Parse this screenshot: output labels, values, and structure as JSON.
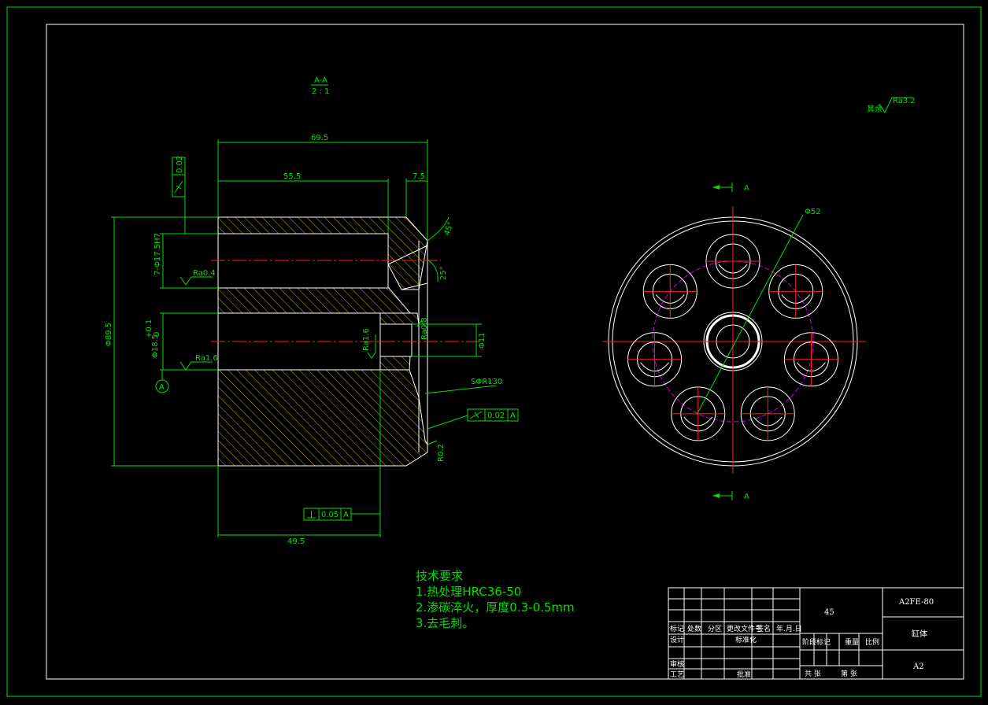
{
  "section": {
    "title": "A-A",
    "scale": "2 : 1",
    "marker": "A"
  },
  "dimensions": {
    "overall_length": "69.5",
    "bore_depth": "55.5",
    "chamfer_len": "7.5",
    "bottom_len": "49.5",
    "outer_dia": "Φ89.5",
    "hole_dia": "7-Φ17.5H7",
    "center_dia": "Φ18.5",
    "center_tol_upper": "+0.1",
    "center_tol_lower": "0",
    "small_dia": "Φ11",
    "angle_1": "45°",
    "angle_2": "25°",
    "sphere": "SΦR130",
    "radius": "R0.2",
    "pcd": "Φ52"
  },
  "roughness": {
    "r1": "Ra0.4",
    "r2": "Ra1.6",
    "r3": "Ra1.6",
    "r4": "Ra0.8",
    "other": "其余",
    "other_value": "Ra3.2"
  },
  "tolerances": {
    "runout_top": "0.02",
    "runout_face": "0.02",
    "runout_face_datum": "A",
    "perp": "0.05",
    "perp_datum": "A",
    "datum": "A"
  },
  "technical_requirements": {
    "title": "技术要求",
    "items": [
      "1.热处理HRC36-50",
      "2.渗碳淬火，厚度0.3-0.5mm",
      "3.去毛刺。"
    ]
  },
  "title_block": {
    "material": "45",
    "drawing_no": "A2FE-80",
    "part_name": "缸体",
    "sheet_size": "A2",
    "labels": {
      "mark": "标记",
      "count": "处数",
      "zone": "分区",
      "change_doc": "更改文件号",
      "signature": "签名",
      "date": "年.月.日",
      "design": "设计",
      "standardize": "标准化",
      "review": "审核",
      "process": "工艺",
      "approve": "批准",
      "stage_mark": "阶段标记",
      "weight": "重量",
      "scale": "比例",
      "total_sheets": "共 张",
      "sheet_no": "第 张"
    }
  }
}
